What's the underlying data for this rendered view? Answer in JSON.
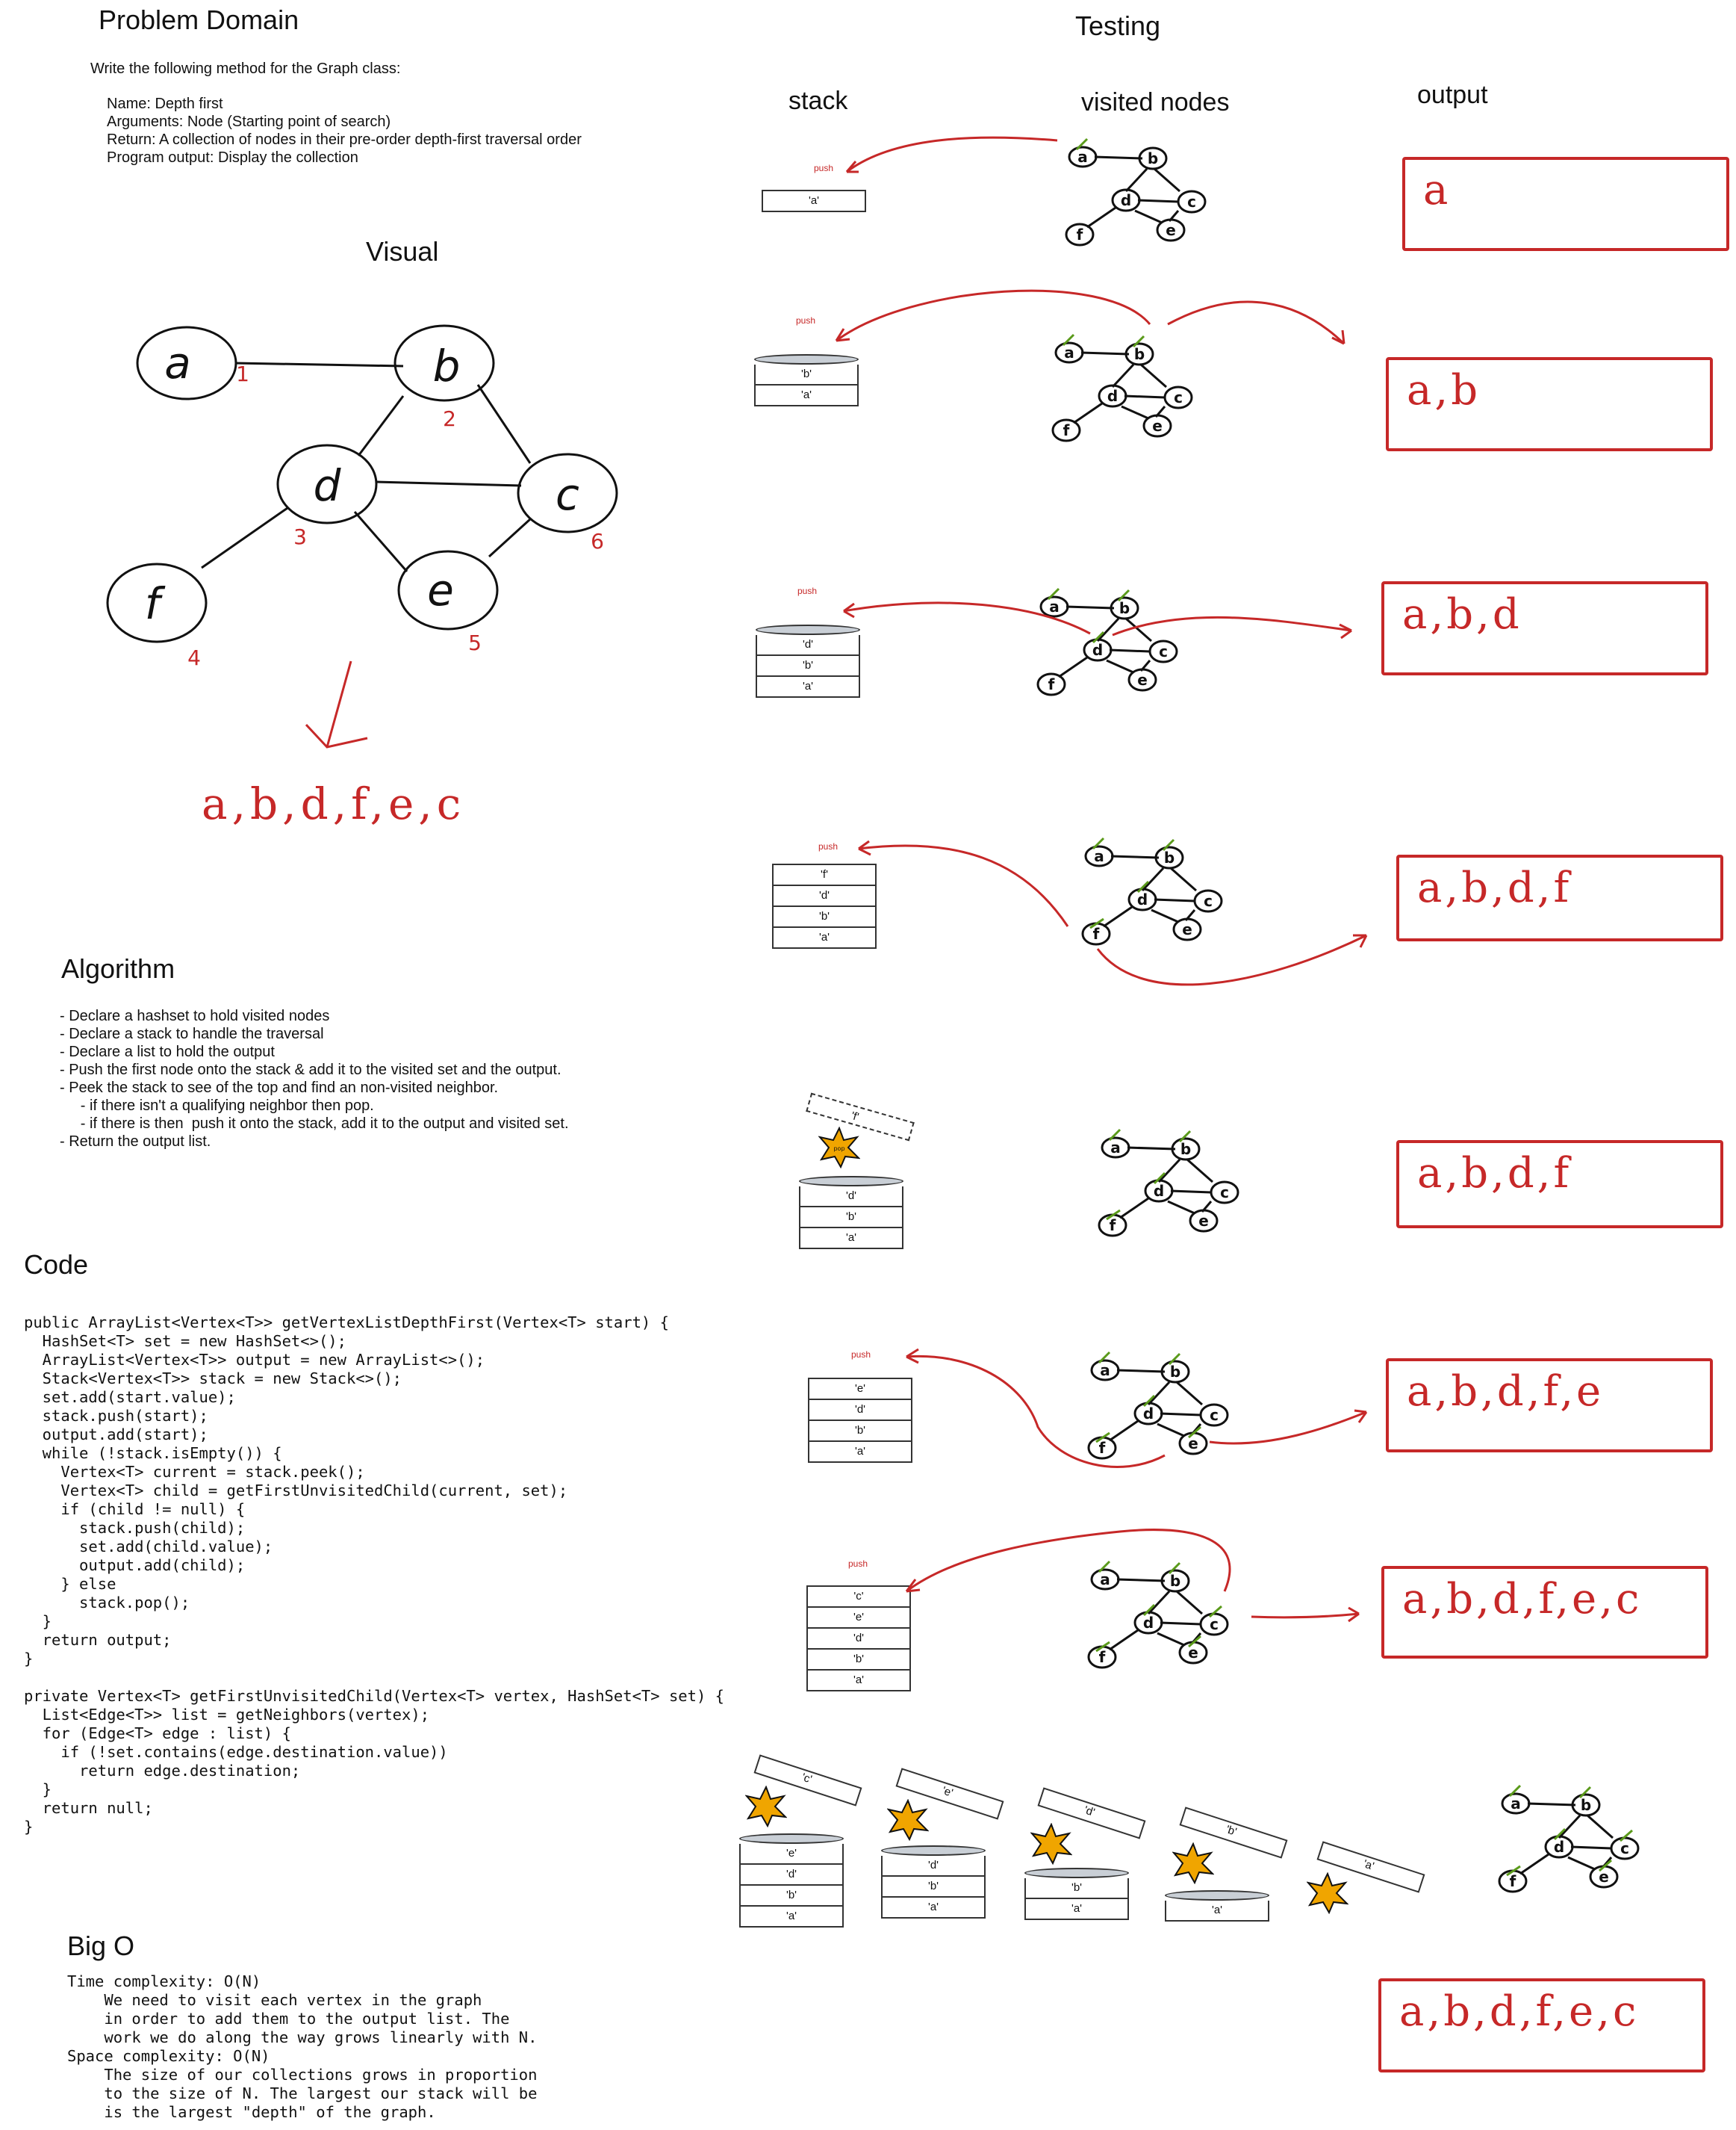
{
  "problem": {
    "heading": "Problem Domain",
    "intro": "Write the following method for the Graph class:",
    "lines": [
      "Name: Depth first",
      "Arguments: Node (Starting point of search)",
      "Return: A collection of nodes in their pre-order depth-first traversal order",
      "Program output: Display the collection"
    ]
  },
  "visual": {
    "heading": "Visual",
    "nodes": [
      "a",
      "b",
      "d",
      "c",
      "f",
      "e"
    ],
    "order_numbers": [
      "1",
      "2",
      "3",
      "6",
      "4",
      "5"
    ],
    "result": "a,b,d,f,e,c"
  },
  "algorithm": {
    "heading": "Algorithm",
    "lines": [
      "- Declare a hashset to hold visited nodes",
      "- Declare a stack to handle the traversal",
      "- Declare a list to hold the output",
      "- Push the first node onto the stack & add it to the visited set and the output.",
      "- Peek the stack to see of the top and find an non-visited neighbor.",
      "     - if there isn't a qualifying neighbor then pop.",
      "     - if there is then  push it onto the stack, add it to the output and visited set.",
      "- Return the output list."
    ]
  },
  "code": {
    "heading": "Code",
    "text": "public ArrayList<Vertex<T>> getVertexListDepthFirst(Vertex<T> start) {\n  HashSet<T> set = new HashSet<>();\n  ArrayList<Vertex<T>> output = new ArrayList<>();\n  Stack<Vertex<T>> stack = new Stack<>();\n  set.add(start.value);\n  stack.push(start);\n  output.add(start);\n  while (!stack.isEmpty()) {\n    Vertex<T> current = stack.peek();\n    Vertex<T> child = getFirstUnvisitedChild(current, set);\n    if (child != null) {\n      stack.push(child);\n      set.add(child.value);\n      output.add(child);\n    } else\n      stack.pop();\n  }\n  return output;\n}\n\nprivate Vertex<T> getFirstUnvisitedChild(Vertex<T> vertex, HashSet<T> set) {\n  List<Edge<T>> list = getNeighbors(vertex);\n  for (Edge<T> edge : list) {\n    if (!set.contains(edge.destination.value))\n      return edge.destination;\n  }\n  return null;\n}"
  },
  "bigo": {
    "heading": "Big O",
    "text": "Time complexity: O(N)\n    We need to visit each vertex in the graph\n    in order to add them to the output list. The\n    work we do along the way grows linearly with N.\nSpace complexity: O(N)\n    The size of our collections grows in proportion\n    to the size of N. The largest our stack will be\n    is the largest \"depth\" of the graph."
  },
  "testing": {
    "heading": "Testing",
    "col_stack": "stack",
    "col_visited": "visited nodes",
    "col_output": "output",
    "push_label": "push",
    "pop_label": "pop",
    "rows": [
      {
        "stack": [
          "'a'"
        ],
        "output": "a"
      },
      {
        "stack": [
          "'b'",
          "'a'"
        ],
        "output": "a,b"
      },
      {
        "stack": [
          "'d'",
          "'b'",
          "'a'"
        ],
        "output": "a,b,d"
      },
      {
        "stack": [
          "'f'",
          "'d'",
          "'b'",
          "'a'"
        ],
        "output": "a,b,d,f"
      },
      {
        "popped": "'f'",
        "stack": [
          "'d'",
          "'b'",
          "'a'"
        ],
        "output": "a,b,d,f"
      },
      {
        "stack": [
          "'e'",
          "'d'",
          "'b'",
          "'a'"
        ],
        "output": "a,b,d,f,e"
      },
      {
        "stack": [
          "'c'",
          "'e'",
          "'d'",
          "'b'",
          "'a'"
        ],
        "output": "a,b,d,f,e,c"
      }
    ],
    "pops": [
      {
        "popped": "'c'",
        "stack": [
          "'e'",
          "'d'",
          "'b'",
          "'a'"
        ]
      },
      {
        "popped": "'e'",
        "stack": [
          "'d'",
          "'b'",
          "'a'"
        ]
      },
      {
        "popped": "'d'",
        "stack": [
          "'b'",
          "'a'"
        ]
      },
      {
        "popped": "'b'",
        "stack": [
          "'a'"
        ]
      },
      {
        "popped": "'a'",
        "stack": []
      }
    ],
    "final_output": "a,b,d,f,e,c"
  },
  "colors": {
    "accent_red": "#c62828",
    "check_green": "#5a9a1a",
    "star": "#f0a500"
  }
}
